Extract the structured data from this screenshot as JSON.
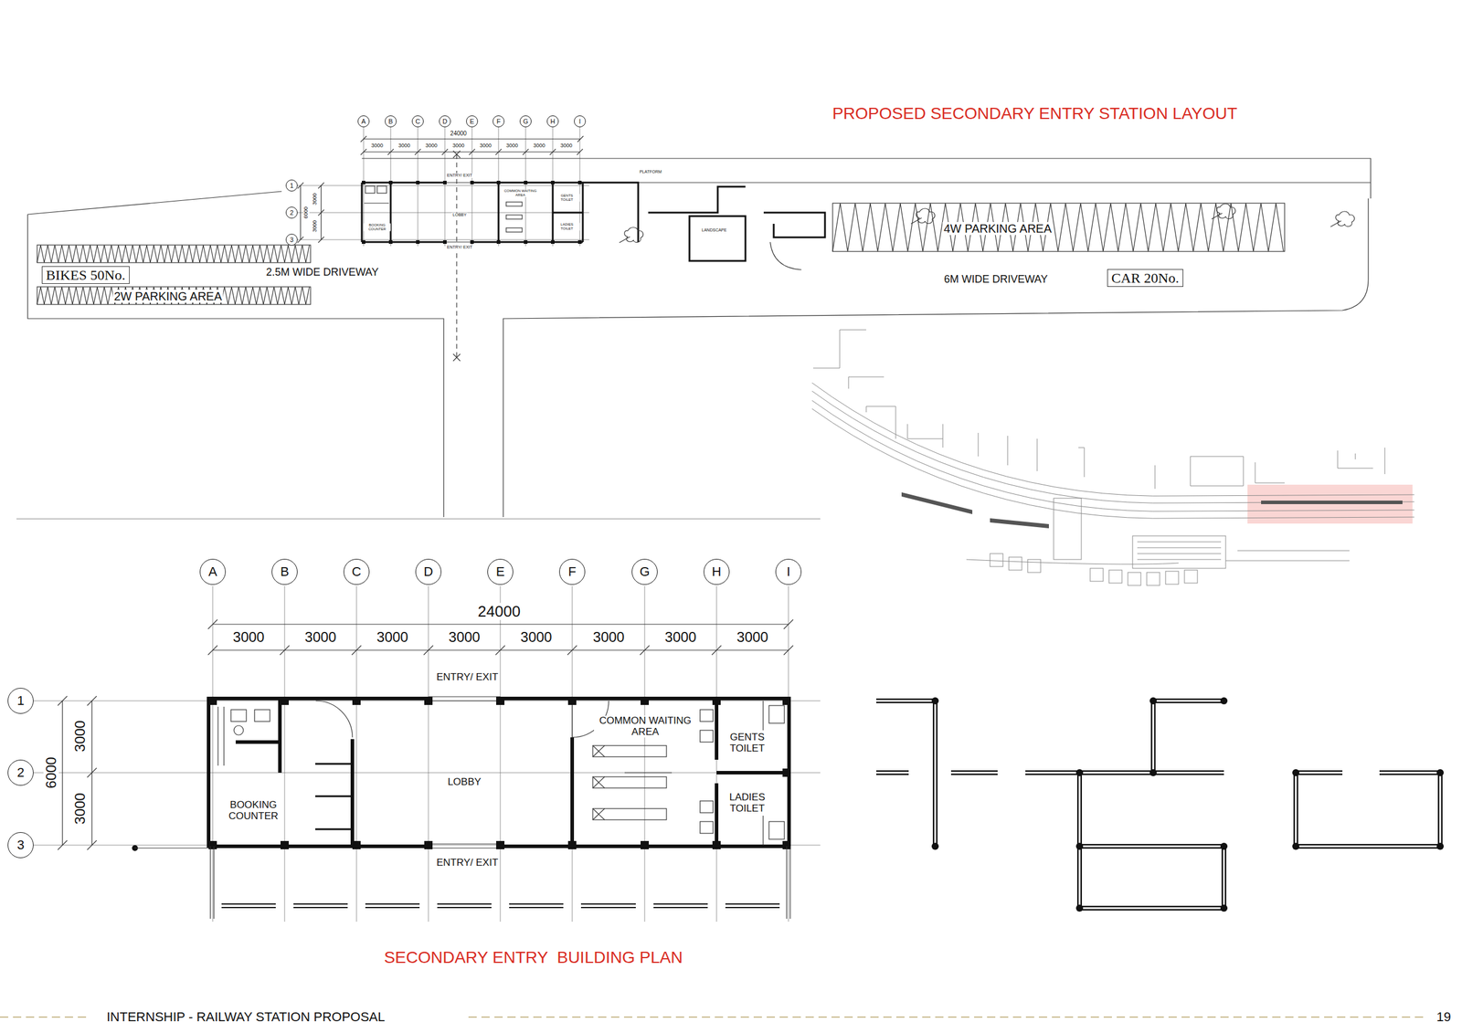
{
  "diagram": {
    "title": "PROPOSED SECONDARY ENTRY STATION LAYOUT",
    "nodes": [
      {
        "text": [
          "A"
        ]
      },
      {
        "text": [
          "B"
        ]
      },
      {
        "text": [
          "C"
        ]
      },
      {
        "text": [
          "D"
        ]
      },
      {
        "text": [
          "E"
        ]
      },
      {
        "text": [
          "F"
        ]
      },
      {
        "text": [
          "G"
        ]
      },
      {
        "text": [
          "H"
        ]
      },
      {
        "text": [
          "I"
        ]
      },
      {
        "text": [
          "1"
        ]
      },
      {
        "text": [
          "2"
        ]
      },
      {
        "text": [
          "3"
        ]
      },
      {
        "text": [
          "BIKES 50No."
        ]
      },
      {
        "text": [
          "CAR 20No."
        ]
      },
      {
        "text": [
          "A"
        ]
      },
      {
        "text": [
          "B"
        ]
      },
      {
        "text": [
          "C"
        ]
      },
      {
        "text": [
          "D"
        ]
      },
      {
        "text": [
          "E"
        ]
      },
      {
        "text": [
          "F"
        ]
      },
      {
        "text": [
          "G"
        ]
      },
      {
        "text": [
          "H"
        ]
      },
      {
        "text": [
          "I"
        ]
      },
      {
        "text": [
          "1"
        ]
      },
      {
        "text": [
          "2"
        ]
      },
      {
        "text": [
          "3"
        ]
      }
    ],
    "labels": [
      "24000",
      "3000",
      "3000",
      "3000",
      "3000",
      "3000",
      "3000",
      "3000",
      "3000",
      "3000",
      "6000",
      "3000",
      "ENTRY/ EXIT",
      "PLATFORM",
      "COMMON WAITING AREA",
      "GENTS TOILET",
      "LOBBY",
      "BOOKING COUNTER",
      "LADIES TOILET",
      "ENTRY/ EXIT",
      "LANDSCAPE",
      "4W PARKING AREA",
      "2.5M WIDE DRIVEWAY",
      "6M WIDE DRIVEWAY",
      "2W PARKING AREA",
      "24000",
      "3000",
      "3000",
      "3000",
      "3000",
      "3000",
      "3000",
      "3000",
      "3000",
      "3000",
      "6000",
      "3000",
      "ENTRY/ EXIT",
      "COMMON WAITING AREA",
      "GENTS TOILET",
      "LOBBY",
      "LADIES TOILET",
      "BOOKING COUNTER",
      "ENTRY/ EXIT",
      "SECONDARY ENTRY  BUILDING PLAN",
      "INTERNSHIP - RAILWAY STATION PROPOSAL",
      "19"
    ]
  }
}
